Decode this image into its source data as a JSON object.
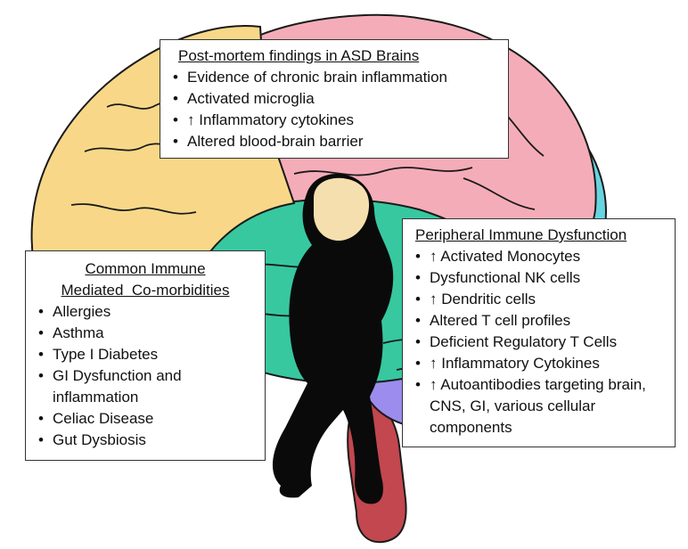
{
  "colors": {
    "frontal": "#f8d888",
    "parietal": "#f4adb8",
    "occipital": "#68d4e0",
    "temporal": "#37c8a0",
    "cerebellum": "#9c8cee",
    "brainstem": "#c2474f",
    "silhouette": "#0a0a0a",
    "face": "#f5dfae",
    "outline": "#1a1a1a"
  },
  "top_box": {
    "title": "Post-mortem findings in ASD Brains",
    "items": [
      "Evidence of chronic brain inflammation",
      "Activated microglia",
      "↑ Inflammatory cytokines",
      "Altered blood-brain barrier"
    ]
  },
  "left_box": {
    "title_line1": "Common Immune",
    "title_line2": "Mediated  Co-morbidities",
    "items": [
      "Allergies",
      "Asthma",
      "Type I Diabetes",
      "GI Dysfunction and inflammation",
      "Celiac Disease",
      "Gut Dysbiosis"
    ]
  },
  "right_box": {
    "title": "Peripheral Immune Dysfunction",
    "items": [
      "↑ Activated Monocytes",
      "Dysfunctional NK cells",
      "↑ Dendritic cells",
      "Altered T cell profiles",
      "Deficient Regulatory T Cells",
      "↑ Inflammatory Cytokines",
      "↑ Autoantibodies targeting brain, CNS, GI, various cellular components"
    ]
  }
}
